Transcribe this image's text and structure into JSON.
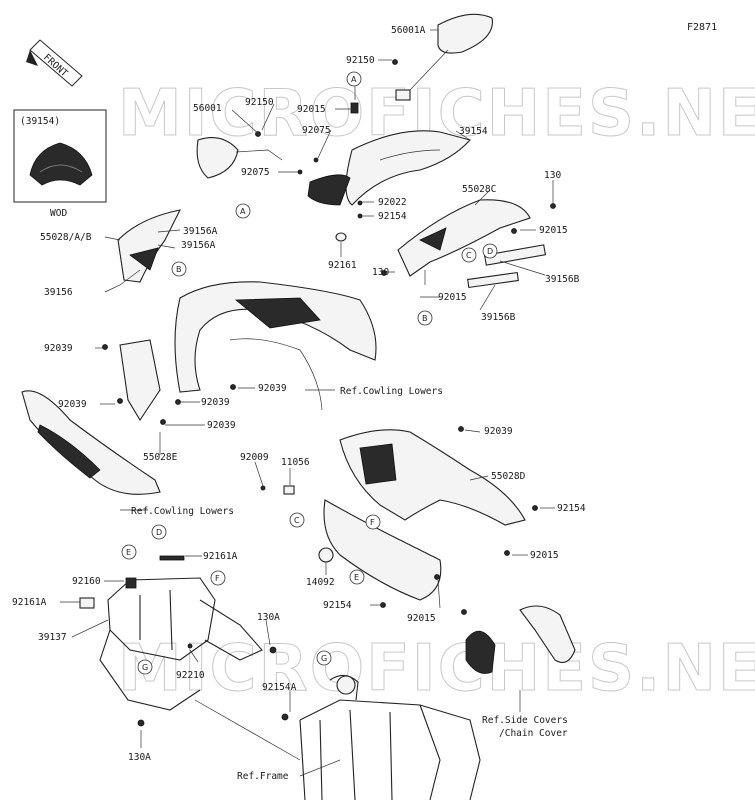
{
  "figure_code": "F2871",
  "front_badge": "FRONT",
  "inset": {
    "part_number": "(39154)",
    "caption": "WOD"
  },
  "watermark": "MICROFICHES.NET",
  "part_labels": {
    "p56001A": "56001A",
    "p92150a": "92150",
    "p56001": "56001",
    "p92150b": "92150",
    "p92015a": "92015",
    "p92075a": "92075",
    "p39154": "39154",
    "p92075b": "92075",
    "p92022": "92022",
    "p92154a": "92154",
    "p92161": "92161",
    "p55028C": "55028C",
    "p130a": "130",
    "p92015b": "92015",
    "p39156Ba": "39156B",
    "p130b": "130",
    "p92015c": "92015",
    "p39156Bb": "39156B",
    "p55028AB": "55028/A/B",
    "p39156Aa": "39156A",
    "p39156Ab": "39156A",
    "p39156": "39156",
    "p92039a": "92039",
    "p92039b": "92039",
    "p92039c": "92039",
    "p92039d": "92039",
    "p92039e": "92039",
    "p55028E": "55028E",
    "p92039f": "92039",
    "p92009": "92009",
    "p11056": "11056",
    "p55028D": "55028D",
    "p92154b": "92154",
    "p92015d": "92015",
    "p14092": "14092",
    "p92154c": "92154",
    "p92015e": "92015",
    "p92161A": "92161A",
    "p92160": "92160",
    "p92161Ab": "92161A",
    "p39137": "39137",
    "p130A": "130A",
    "p92210": "92210",
    "p92154A": "92154A",
    "p130Ab": "130A"
  },
  "references": {
    "cowling_lowers_a": "Ref.Cowling Lowers",
    "cowling_lowers_b": "Ref.Cowling Lowers",
    "side_covers_1": "Ref.Side Covers",
    "side_covers_2": "/Chain Cover",
    "frame": "Ref.Frame"
  },
  "callouts": {
    "A1": "A",
    "A2": "A",
    "B1": "B",
    "B2": "B",
    "C1": "C",
    "C2": "C",
    "D1": "D",
    "D2": "D",
    "E1": "E",
    "E2": "E",
    "F1": "F",
    "F2": "F",
    "G1": "G",
    "G2": "G"
  }
}
